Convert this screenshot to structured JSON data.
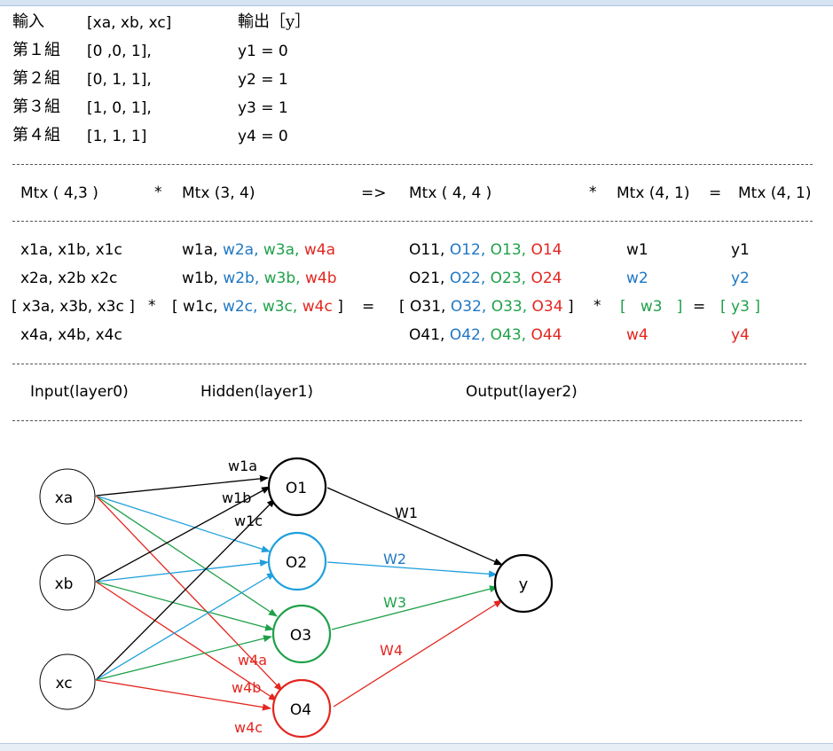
{
  "table": {
    "header": {
      "c1": "輸入",
      "c2": "[xa, xb, xc]",
      "c3": "輸出［y］"
    },
    "rows": [
      {
        "label": "第１組",
        "input": "[0 ,0, 1],",
        "output": "y1 = 0"
      },
      {
        "label": "第２組",
        "input": "[0, 1, 1],",
        "output": "y2 = 1"
      },
      {
        "label": "第３組",
        "input": "[1, 0, 1],",
        "output": "y3 = 1"
      },
      {
        "label": "第４組",
        "input": "[1, 1, 1]",
        "output": "y4 = 0"
      }
    ]
  },
  "matrix_header": {
    "m1": "Mtx ( 4,3 )",
    "op1": "*",
    "m2": "Mtx (3, 4)",
    "arrow": "=>",
    "m3": "Mtx ( 4, 4 )",
    "op2": "*",
    "m4": "Mtx (4, 1)",
    "eq": "=",
    "m5": "Mtx (4, 1)"
  },
  "matrix": {
    "x_rows": [
      "x1a, x1b, x1c",
      "x2a, x2b x2c",
      "[ x3a, x3b, x3c ]",
      "x4a, x4b, x4c"
    ],
    "op_mult": "*",
    "w_rows": [
      {
        "prefix": "",
        "a": "w1a,",
        "b": "w2a,",
        "c": "w3a,",
        "d": "w4a",
        "suffix": ""
      },
      {
        "prefix": "",
        "a": "w1b,",
        "b": "w2b,",
        "c": "w3b,",
        "d": "w4b",
        "suffix": ""
      },
      {
        "prefix": "[ ",
        "a": "w1c,",
        "b": "w2c,",
        "c": "w3c,",
        "d": "w4c",
        "suffix": " ]"
      }
    ],
    "op_eq": "=",
    "o_rows": [
      {
        "prefix": "",
        "a": "O11,",
        "b": "O12,",
        "c": "O13,",
        "d": "O14",
        "suffix": ""
      },
      {
        "prefix": "",
        "a": "O21,",
        "b": "O22,",
        "c": "O23,",
        "d": "O24",
        "suffix": ""
      },
      {
        "prefix": "[ ",
        "a": "O31,",
        "b": "O32,",
        "c": "O33,",
        "d": "O34",
        "suffix": " ]"
      },
      {
        "prefix": "",
        "a": "O41,",
        "b": "O42,",
        "c": "O43,",
        "d": "O44",
        "suffix": ""
      }
    ],
    "op_mult2": "*",
    "w_vec": [
      "w1",
      "w2",
      "[   w3   ]",
      "w4"
    ],
    "op_eq2": "=",
    "y_vec": [
      "y1",
      "y2",
      "[ y3 ]",
      "y4"
    ]
  },
  "layers": {
    "input": "Input(layer0)",
    "hidden": "Hidden(layer1)",
    "output": "Output(layer2)"
  },
  "network": {
    "inputs": [
      "xa",
      "xb",
      "xc"
    ],
    "hidden": [
      "O1",
      "O2",
      "O3",
      "O4"
    ],
    "output": "y",
    "weight_labels": {
      "w1a": "w1a",
      "w1b": "w1b",
      "w1c": "w1c",
      "w4a": "w4a",
      "w4b": "w4b",
      "w4c": "w4c",
      "W1": "W1",
      "W2": "W2",
      "W3": "W3",
      "W4": "W4"
    }
  },
  "colors": {
    "black": "#000000",
    "blue": "#1f9fdc",
    "green": "#1fa14a",
    "red": "#e3261f"
  }
}
